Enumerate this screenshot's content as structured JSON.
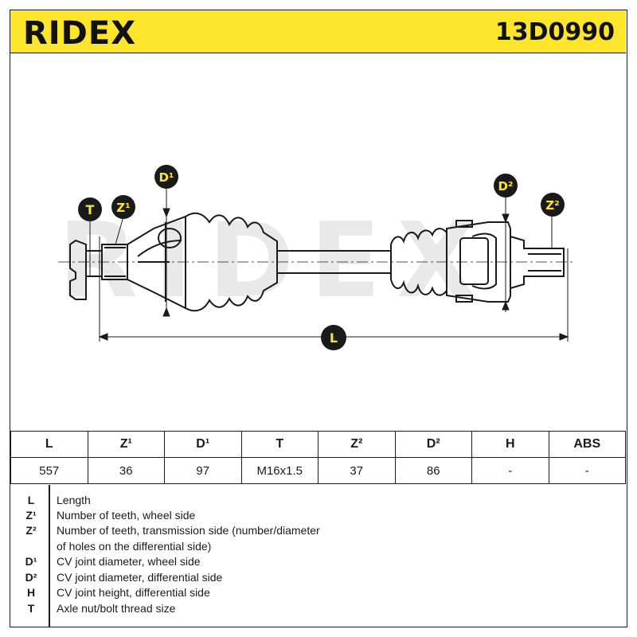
{
  "header": {
    "brand": "RIDEX",
    "part_number": "13D0990",
    "background_color": "#fde52b"
  },
  "drawing": {
    "watermark": "RIDEX",
    "callouts": {
      "T": "T",
      "Z1": "Z¹",
      "D1": "D¹",
      "D2": "D²",
      "Z2": "Z²",
      "L": "L"
    }
  },
  "table": {
    "headers": [
      "L",
      "Z¹",
      "D¹",
      "T",
      "Z²",
      "D²",
      "H",
      "ABS"
    ],
    "values": [
      "557",
      "36",
      "97",
      "M16x1.5",
      "37",
      "86",
      "-",
      "-"
    ]
  },
  "legend": [
    {
      "symbol": "L",
      "text": "Length"
    },
    {
      "symbol": "Z¹",
      "text": "Number of teeth, wheel side"
    },
    {
      "symbol": "Z²",
      "text": "Number of teeth, transmission side (number/diameter"
    },
    {
      "symbol": "",
      "text": "of holes on the differential side)"
    },
    {
      "symbol": "D¹",
      "text": "CV joint diameter, wheel side"
    },
    {
      "symbol": "D²",
      "text": "CV joint diameter, differential side"
    },
    {
      "symbol": "H",
      "text": "CV joint height, differential side"
    },
    {
      "symbol": "T",
      "text": "Axle nut/bolt thread size"
    }
  ]
}
